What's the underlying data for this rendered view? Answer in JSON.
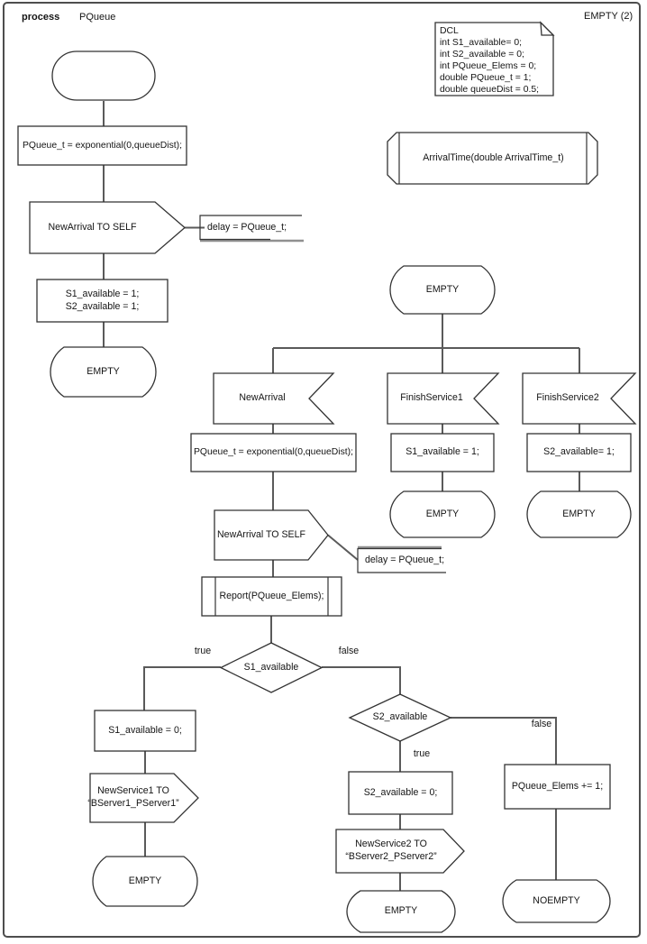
{
  "header": {
    "kind_label": "process",
    "process_name": "PQueue",
    "page_label": "EMPTY (2)"
  },
  "declarations": {
    "lines": [
      "DCL",
      "int S1_available= 0;",
      "int S2_available = 0;",
      "int PQueue_Elems = 0;",
      "double PQueue_t = 1;",
      "double queueDist = 0.5;"
    ]
  },
  "procedure_declaration": {
    "label": "ArrivalTime(double ArrivalTime_t)"
  },
  "start_flow": {
    "task_exponential": "PQueue_t = exponential(0,queueDist);",
    "output_newarrival_self": "NewArrival TO SELF",
    "comment_delay": "delay = PQueue_t;",
    "task_set_available_line1": "S1_available = 1;",
    "task_set_available_line2": "S2_available = 1;",
    "state_empty": "EMPTY"
  },
  "main_flow": {
    "state_empty_top": "EMPTY",
    "input_newarrival": "NewArrival",
    "input_finishservice1": "FinishService1",
    "input_finishservice2": "FinishService2",
    "task_exponential": "PQueue_t = exponential(0,queueDist);",
    "task_s1_available_1": "S1_available = 1;",
    "task_s2_available_1": "S2_available= 1;",
    "state_empty_fs1": "EMPTY",
    "state_empty_fs2": "EMPTY",
    "output_newarrival_self": "NewArrival TO SELF",
    "comment_delay": "delay = PQueue_t;",
    "call_report": "Report(PQueue_Elems);",
    "decision_s1": "S1_available",
    "decision_s1_true": "true",
    "decision_s1_false": "false",
    "task_s1_available_0": "S1_available = 0;",
    "output_newservice1_line1": "NewService1 TO",
    "output_newservice1_line2": "“BServer1_PServer1”",
    "state_empty_ns1": "EMPTY",
    "decision_s2": "S2_available",
    "decision_s2_true": "true",
    "decision_s2_false": "false",
    "task_s2_available_0": "S2_available = 0;",
    "output_newservice2_line1": "NewService2 TO",
    "output_newservice2_line2": "“BServer2_PServer2”",
    "state_empty_ns2": "EMPTY",
    "task_pqueue_elems": "PQueue_Elems += 1;",
    "state_noempty": "NOEMPTY"
  },
  "colors": {
    "shape_stroke": "#333333",
    "connector": "#5a5a5a",
    "frame": "#4d4d4d",
    "background": "#ffffff",
    "text": "#141414"
  }
}
